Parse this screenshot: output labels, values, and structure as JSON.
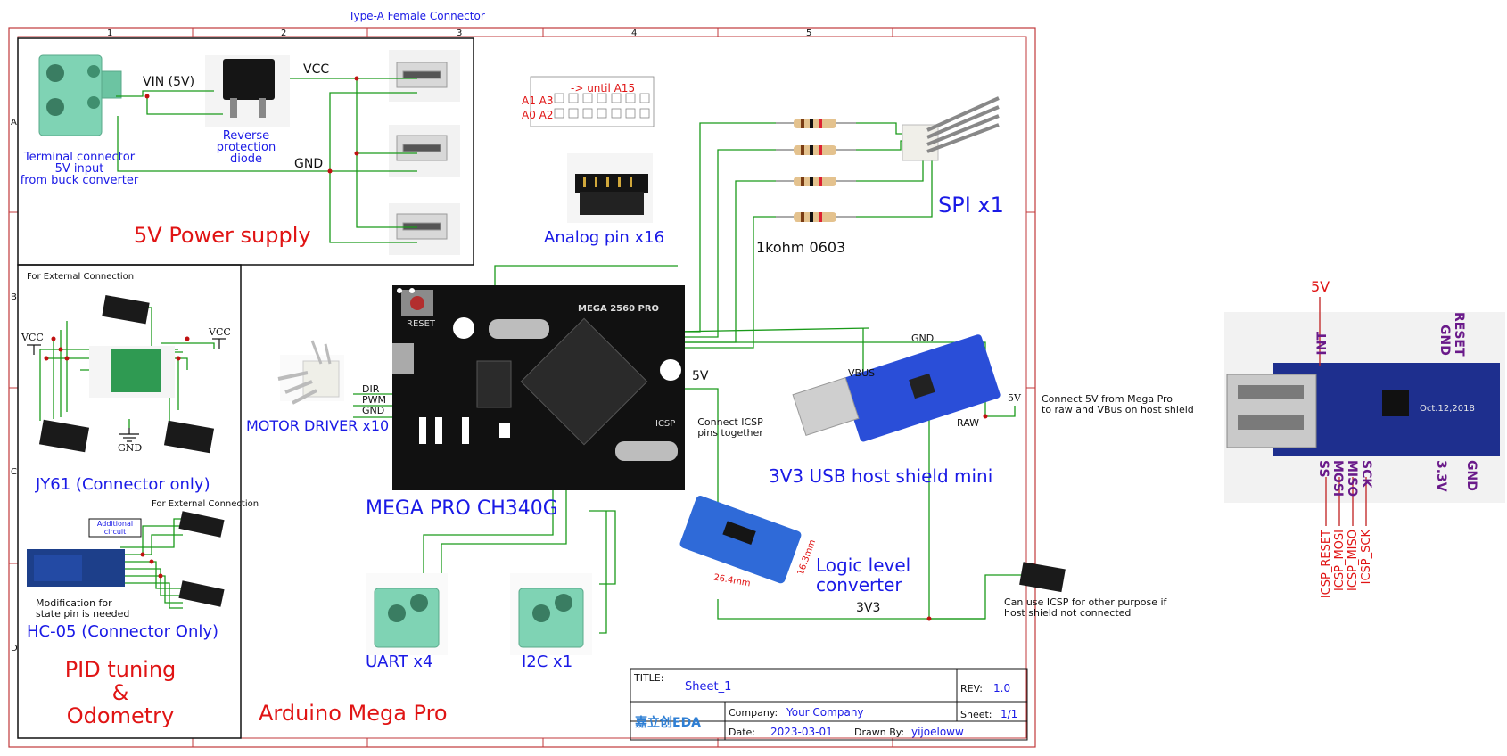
{
  "sheet": {
    "top_label": "Type-A Female Connector",
    "grid_cols": [
      "1",
      "2",
      "3",
      "4",
      "5"
    ],
    "grid_rows": [
      "A",
      "B",
      "C",
      "D"
    ]
  },
  "power": {
    "terminal_label": [
      "Terminal connector",
      "5V input",
      "from buck converter"
    ],
    "vin_label": "VIN (5V)",
    "vcc_label": "VCC",
    "gnd_label": "GND",
    "diode_label": [
      "Reverse",
      "protection",
      "diode"
    ],
    "section_title": "5V Power supply"
  },
  "analog": {
    "until_label": "-> until A15",
    "a1a3": "A1 A3",
    "a0a2": "A0 A2",
    "title": "Analog pin x16"
  },
  "spi": {
    "title": "SPI x1",
    "resistor_label": "1kohm 0603"
  },
  "jy61": {
    "ext_label": "For External Connection",
    "vcc_left": "VCC",
    "vcc_right": "VCC",
    "gnd": "GND",
    "title": "JY61 (Connector only)"
  },
  "hc05": {
    "ext_label": "For External Connection",
    "additional": [
      "Additional",
      "circuit"
    ],
    "modification": [
      "Modification for",
      "state pin is needed"
    ],
    "title": "HC-05 (Connector Only)"
  },
  "pid": {
    "title": [
      "PID tuning",
      "&",
      "Odometry"
    ]
  },
  "motor": {
    "dir": "DIR",
    "pwm": "PWM",
    "gnd": "GND",
    "title": "MOTOR DRIVER x10"
  },
  "mega": {
    "title": "MEGA PRO CH340G",
    "board_text": "MEGA 2560 PRO",
    "reset_text": "RESET",
    "icsp_text": "ICSP",
    "five_v": "5V",
    "icsp_note": [
      "Connect ICSP",
      "pins together"
    ]
  },
  "usbhost": {
    "gnd": "GND",
    "vbus": "VBUS",
    "raw": "RAW",
    "five_v": "5V",
    "note": [
      "Connect 5V from Mega Pro",
      "to raw and VBus on host shield"
    ],
    "title": "3V3 USB host shield mini"
  },
  "llc": {
    "title": [
      "Logic level",
      "converter"
    ],
    "three_v3": "3V3",
    "dim1": "26.4mm",
    "dim2": "16.3mm"
  },
  "icsp_free": {
    "note": [
      "Can use ICSP for other purpose if",
      "host shield not connected"
    ]
  },
  "uart": {
    "title": "UART x4"
  },
  "i2c": {
    "title": "I2C x1"
  },
  "arduino_title": "Arduino Mega Pro",
  "titleblock": {
    "title_key": "TITLE:",
    "title_val": "Sheet_1",
    "rev_key": "REV:",
    "rev_val": "1.0",
    "company_key": "Company:",
    "company_val": "Your Company",
    "sheet_key": "Sheet:",
    "sheet_val": "1/1",
    "date_key": "Date:",
    "date_val": "2023-03-01",
    "drawn_key": "Drawn By:",
    "drawn_val": "yijoeloww",
    "logo": "嘉立创EDA"
  },
  "shield_photo": {
    "five_v": "5V",
    "int": "INT",
    "reset": "RESET",
    "gnd_top": "GND",
    "ss": "SS",
    "mosi": "MOSI",
    "miso": "MISO",
    "sck": "SCK",
    "v33": "3.3V",
    "gnd_bot": "GND",
    "icsp_sck": "ICSP_SCK",
    "icsp_miso": "ICSP_MISO",
    "icsp_mosi": "ICSP_MOSI",
    "icsp_reset": "ICSP_RESET",
    "board_date": "Oct.12,2018"
  },
  "colors": {
    "frame": "#c0393b",
    "wire": "#1a9a1a",
    "junction": "#c01010",
    "blue_text": "#1a1ae6",
    "red_text": "#e01414",
    "purple_text": "#6a1a8a"
  }
}
